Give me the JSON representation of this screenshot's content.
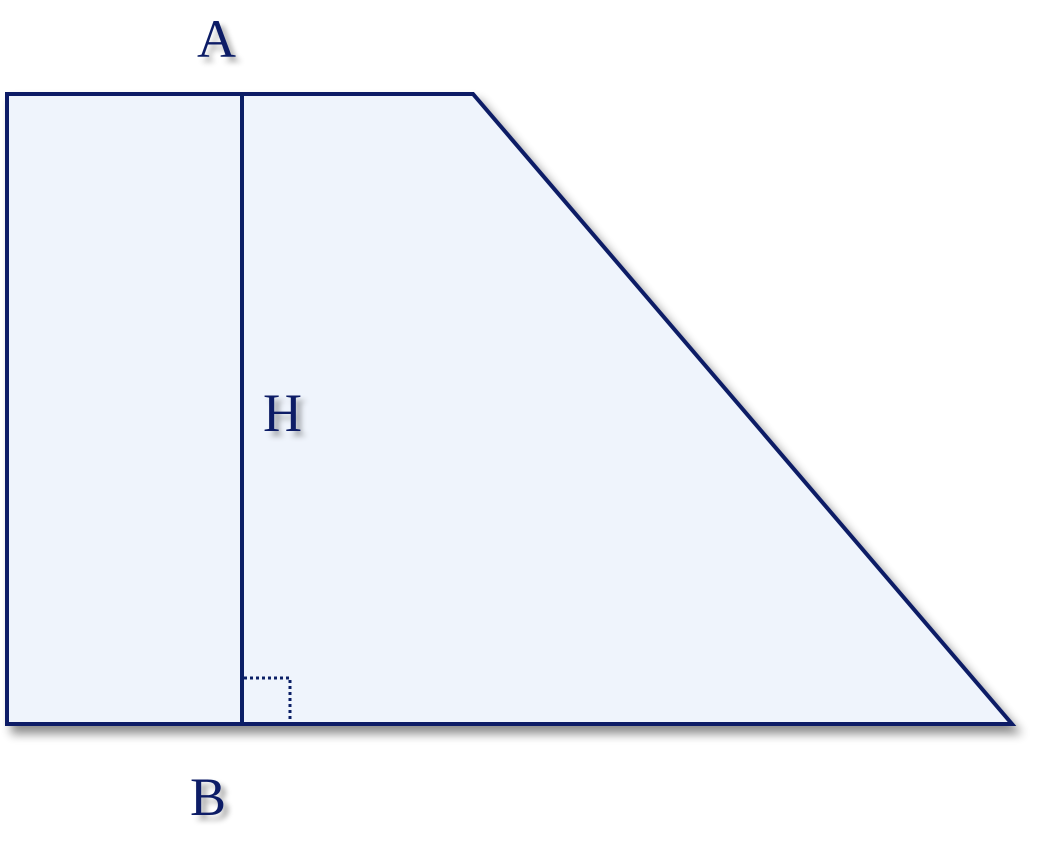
{
  "labels": {
    "top": "A",
    "height": "H",
    "bottom": "B"
  },
  "colors": {
    "stroke": "#0b1f66",
    "fill": "#eff4fc",
    "shadow": "#9aa3ad"
  },
  "marks": {
    "right_angle_marker": "dotted-square"
  }
}
